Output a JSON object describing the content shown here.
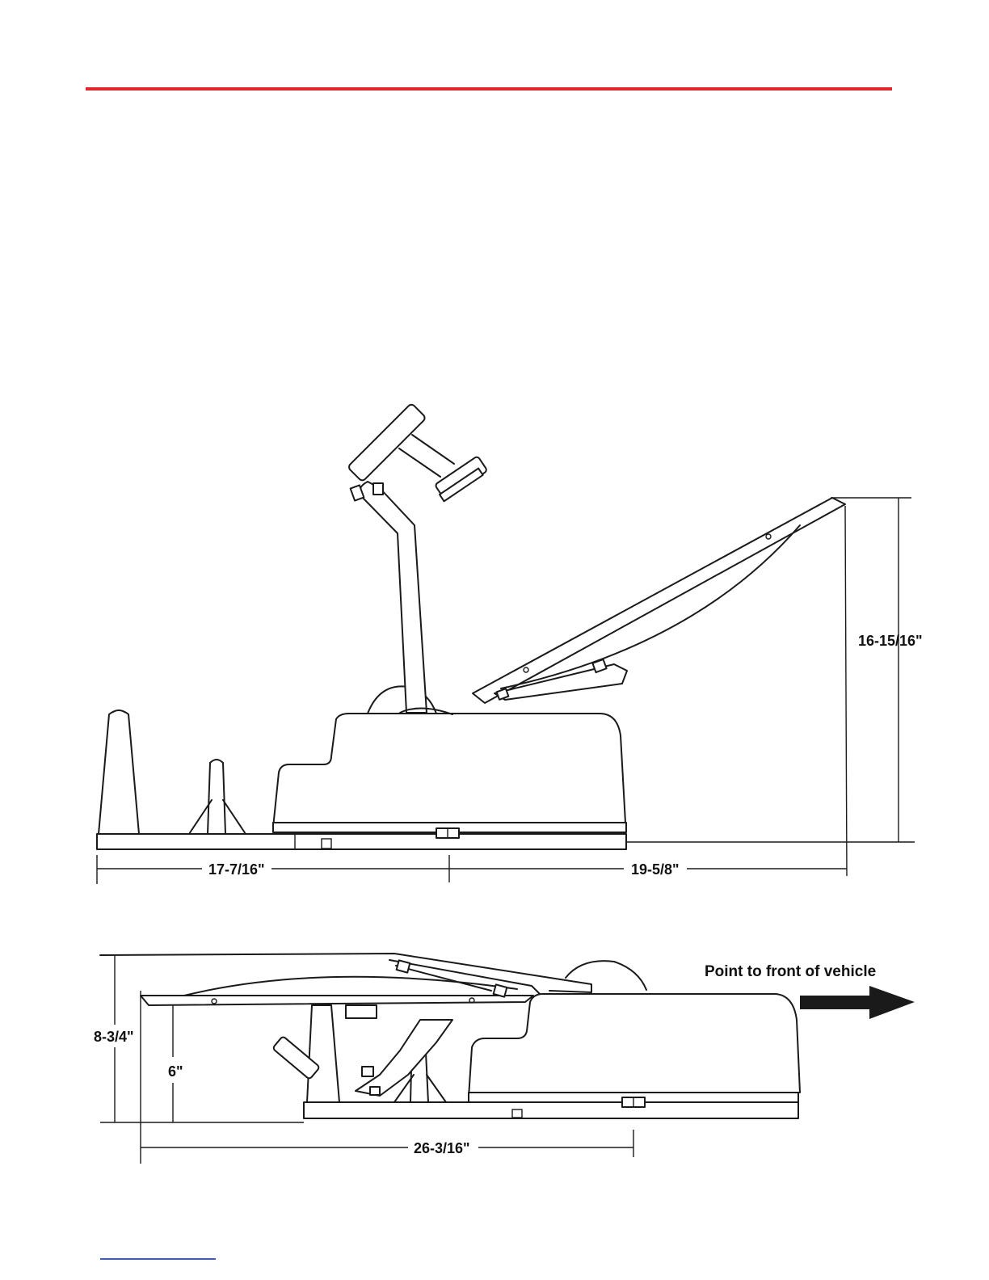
{
  "colors": {
    "rule": "#e0262b",
    "ink": "#1a1a1a",
    "link_rule": "#3b5bd6"
  },
  "side_view": {
    "dim_left_length": "17-7/16\"",
    "dim_right_length": "19-5/8\"",
    "dim_height": "16-15/16\""
  },
  "stowed_view": {
    "dim_total_height": "8-3/4\"",
    "dim_base_height": "6\"",
    "dim_length": "26-3/16\"",
    "direction_note": "Point to front of vehicle",
    "direction_icon": "arrow-right-icon"
  }
}
